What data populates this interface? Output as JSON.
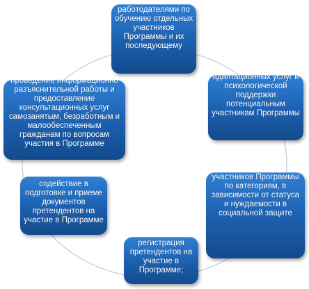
{
  "diagram": {
    "colors": {
      "box_fill": "#1c5fae",
      "box_text": "#ffffff",
      "ring": "#c9d3e2"
    },
    "nodes": {
      "top": "сопровождения работодателями по обучению отдельных участников Программы и их последующему",
      "right": "оказание адаптационных услуг и психологической поддержки потенциальным участникам Программы",
      "left": "проведение информационно разъяснительной работы и предоставление консультационных услуг самозанятым, безработным и малообеспеченным гражданам по вопросам участия в Программе",
      "bottom_right": "отбор потенциальных участников Программы по категориям, в зависимости от статуса и нуждаемости в социальной защите",
      "bottom_left": "содействие в подготовке и приеме документов претендентов на участие в Программе",
      "bottom": "регистрация претендентов на участие в Программе;"
    }
  }
}
